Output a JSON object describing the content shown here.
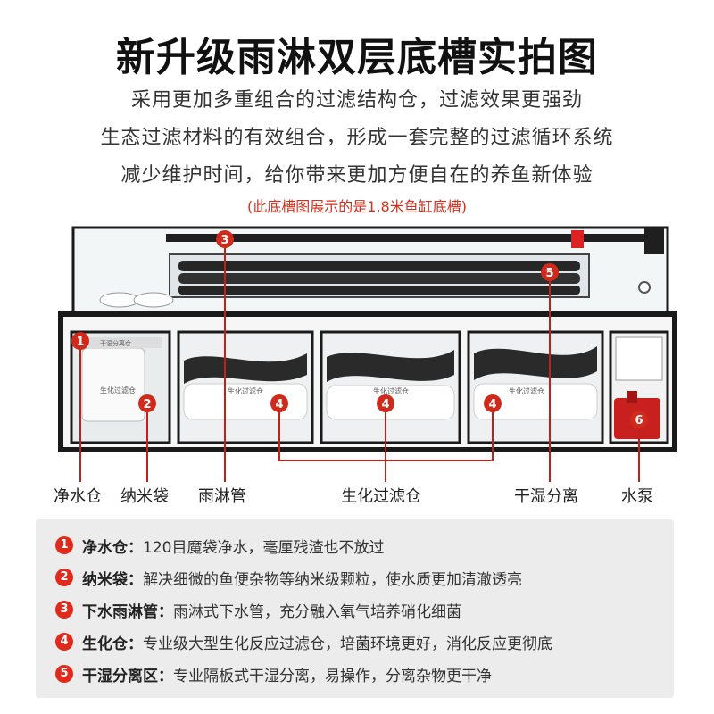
{
  "header": {
    "title": "新升级雨淋双层底槽实拍图",
    "lines": [
      "采用更加多重组合的过滤结构仓，过滤效果更强劲",
      "生态过滤材料的有效组合，形成一套完整的过滤循环系统",
      "减少维护时间，给你带来更加方便自在的养鱼新体验"
    ],
    "note": "(此底槽图展示的是1.8米鱼缸底槽)"
  },
  "photo_markers": [
    "1",
    "2",
    "3",
    "4",
    "4",
    "4",
    "5",
    "6"
  ],
  "photo_labels": {
    "tank_text_1": "生化过滤仓",
    "tank_text_2": "生化过滤仓",
    "tank_text_3": "生化过滤仓",
    "compartment_text": "生化过滤仓",
    "brand_text": "干湿分离仓"
  },
  "callouts": [
    "净水仓",
    "纳米袋",
    "雨淋管",
    "生化过滤仓",
    "干湿分离",
    "水泵"
  ],
  "features": [
    {
      "num": "1",
      "name": "净水仓",
      "desc": "120目魔袋净水，毫厘残渣也不放过"
    },
    {
      "num": "2",
      "name": "纳米袋",
      "desc": "解决细微的鱼便杂物等纳米级颗粒，使水质更加清澈透亮"
    },
    {
      "num": "3",
      "name": "下水雨淋管",
      "desc": "雨淋式下水管，充分融入氧气培养硝化细菌"
    },
    {
      "num": "4",
      "name": "生化仓",
      "desc": "专业级大型生化反应过滤仓，培菌环境更好，消化反应更彻底"
    },
    {
      "num": "5",
      "name": "干湿分离区",
      "desc": "专业隔板式干湿分离，易操作，分离杂物更干净"
    }
  ],
  "colors": {
    "accent": "#e02a1c",
    "panel": "#ececec",
    "frame": "#1a1a1a"
  }
}
